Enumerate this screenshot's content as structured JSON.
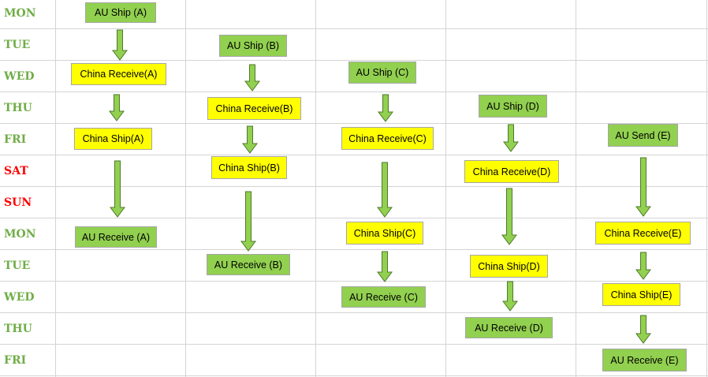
{
  "colors": {
    "weekday_text": "#70ad47",
    "weekend_text": "#ff0000",
    "au_box": "#92d050",
    "china_box": "#ffff00",
    "arrow_fill": "#92d050",
    "arrow_stroke": "#4e7a2a",
    "grid": "#d4d4d4"
  },
  "days": [
    {
      "label": "MON",
      "weekend": false
    },
    {
      "label": "TUE",
      "weekend": false
    },
    {
      "label": "WED",
      "weekend": false
    },
    {
      "label": "THU",
      "weekend": false
    },
    {
      "label": "FRI",
      "weekend": false
    },
    {
      "label": "SAT",
      "weekend": true
    },
    {
      "label": "SUN",
      "weekend": true
    },
    {
      "label": "MON",
      "weekend": false
    },
    {
      "label": "TUE",
      "weekend": false
    },
    {
      "label": "WED",
      "weekend": false
    },
    {
      "label": "THU",
      "weekend": false
    },
    {
      "label": "FRI",
      "weekend": false
    }
  ],
  "lanes": [
    {
      "steps": [
        {
          "label": "AU Ship (A)",
          "kind": "au"
        },
        {
          "label": "China Receive(A)",
          "kind": "china"
        },
        {
          "label": "China Ship(A)",
          "kind": "china"
        },
        {
          "label": "AU Receive (A)",
          "kind": "au"
        }
      ]
    },
    {
      "steps": [
        {
          "label": "AU Ship (B)",
          "kind": "au"
        },
        {
          "label": "China Receive(B)",
          "kind": "china"
        },
        {
          "label": "China Ship(B)",
          "kind": "china"
        },
        {
          "label": "AU Receive (B)",
          "kind": "au"
        }
      ]
    },
    {
      "steps": [
        {
          "label": "AU Ship (C)",
          "kind": "au"
        },
        {
          "label": "China Receive(C)",
          "kind": "china"
        },
        {
          "label": "China Ship(C)",
          "kind": "china"
        },
        {
          "label": "AU Receive (C)",
          "kind": "au"
        }
      ]
    },
    {
      "steps": [
        {
          "label": "AU Ship (D)",
          "kind": "au"
        },
        {
          "label": "China Receive(D)",
          "kind": "china"
        },
        {
          "label": "China Ship(D)",
          "kind": "china"
        },
        {
          "label": "AU Receive (D)",
          "kind": "au"
        }
      ]
    },
    {
      "steps": [
        {
          "label": "AU Send (E)",
          "kind": "au"
        },
        {
          "label": "China Receive(E)",
          "kind": "china"
        },
        {
          "label": "China Ship(E)",
          "kind": "china"
        },
        {
          "label": "AU Receive (E)",
          "kind": "au"
        }
      ]
    }
  ]
}
